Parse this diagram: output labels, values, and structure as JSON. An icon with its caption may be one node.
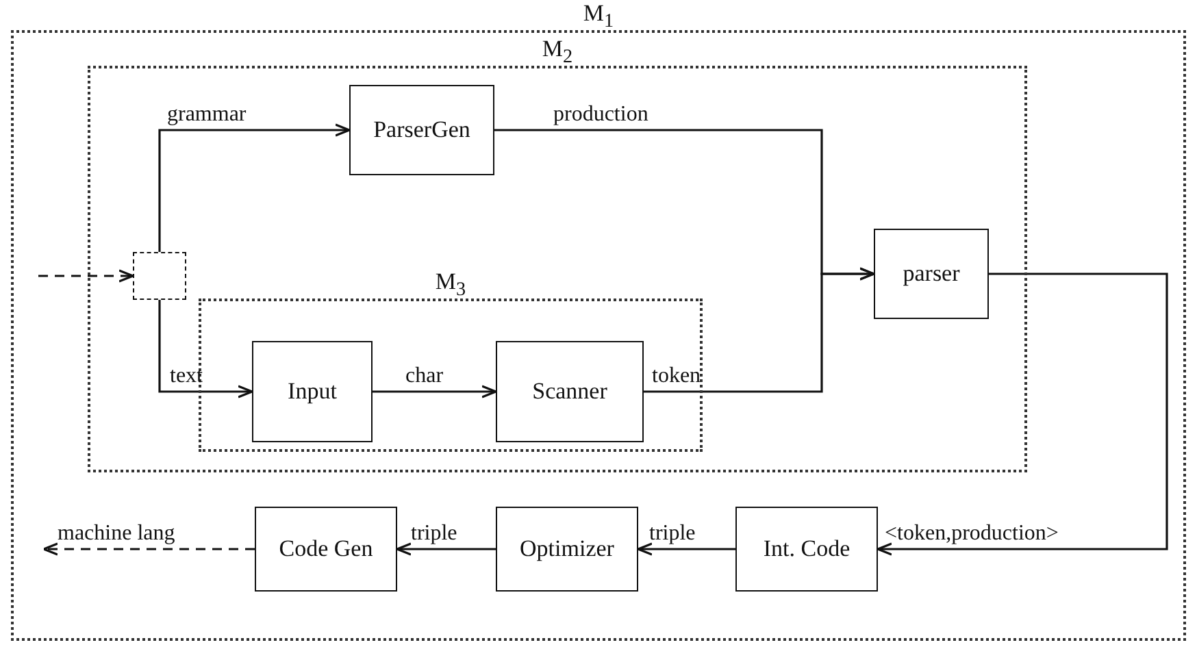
{
  "diagram": {
    "nodes": [
      {
        "text": [
          "M$_{1}$"
        ]
      },
      {
        "text": [
          "M$_{2}$"
        ],
        "in": 0
      },
      {
        "text": [
          "ParserGen"
        ],
        "in": 1
      },
      {
        "text": [
          "M$_{3}$"
        ],
        "in": 1
      },
      {
        "text": [
          "Input"
        ],
        "in": 3
      },
      {
        "text": [
          "Scanner"
        ],
        "in": 3
      },
      {
        "text": [
          "parser"
        ],
        "in": 1
      },
      {
        "text": [],
        "shape": "box",
        "in": 1
      },
      {
        "text": [
          "Code Gen"
        ],
        "in": 0
      },
      {
        "text": [
          "Optimizer"
        ],
        "in": 0
      },
      {
        "text": [
          "Int. Code"
        ],
        "in": 0
      }
    ],
    "edges": [
      {
        "from": null,
        "to": 7,
        "arrow": "to",
        "style": "dashed"
      },
      {
        "from": 7,
        "to": 2,
        "arrow": "to",
        "label": "grammar"
      },
      {
        "from": 7,
        "to": 4,
        "arrow": "to",
        "label": "text"
      },
      {
        "from": 4,
        "to": 5,
        "arrow": "to",
        "label": "char"
      },
      {
        "from": 2,
        "to": 6,
        "arrow": "to",
        "label": "production"
      },
      {
        "from": 5,
        "to": 6,
        "arrow": "to",
        "label": "token"
      },
      {
        "from": 6,
        "to": 10,
        "arrow": "to",
        "label": "<token,production>"
      },
      {
        "from": 10,
        "to": 9,
        "arrow": "to",
        "label": "triple"
      },
      {
        "from": 9,
        "to": 8,
        "arrow": "to",
        "label": "triple"
      },
      {
        "from": 8,
        "to": null,
        "arrow": "to",
        "label": "machine lang",
        "style": "dashed"
      }
    ]
  }
}
